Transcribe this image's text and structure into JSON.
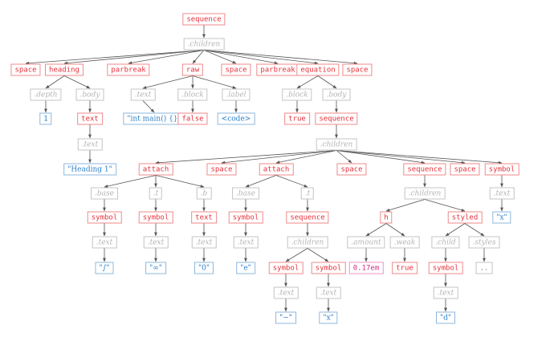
{
  "tree": {
    "nodes": [
      {
        "id": "n1",
        "label": "sequence",
        "kind": "kind",
        "parent": null
      },
      {
        "id": "n2",
        "label": ".children",
        "kind": "field",
        "parent": "n1"
      },
      {
        "id": "n3",
        "label": "space",
        "kind": "kind",
        "parent": "n2"
      },
      {
        "id": "n4",
        "label": "heading",
        "kind": "kind",
        "parent": "n2"
      },
      {
        "id": "n5",
        "label": "parbreak",
        "kind": "kind",
        "parent": "n2"
      },
      {
        "id": "n6",
        "label": "raw",
        "kind": "kind",
        "parent": "n2"
      },
      {
        "id": "n7",
        "label": "space",
        "kind": "kind",
        "parent": "n2"
      },
      {
        "id": "n8",
        "label": "parbreak",
        "kind": "kind",
        "parent": "n2"
      },
      {
        "id": "n9",
        "label": "equation",
        "kind": "kind",
        "parent": "n2"
      },
      {
        "id": "n10",
        "label": "space",
        "kind": "kind",
        "parent": "n2"
      },
      {
        "id": "n11",
        "label": ".depth",
        "kind": "field",
        "parent": "n4"
      },
      {
        "id": "n12",
        "label": ".body",
        "kind": "field",
        "parent": "n4"
      },
      {
        "id": "n13",
        "label": ".text",
        "kind": "field",
        "parent": "n6"
      },
      {
        "id": "n14",
        "label": ".block",
        "kind": "field",
        "parent": "n6"
      },
      {
        "id": "n15",
        "label": ".label",
        "kind": "field",
        "parent": "n6"
      },
      {
        "id": "n16",
        "label": ".block",
        "kind": "field",
        "parent": "n9"
      },
      {
        "id": "n17",
        "label": ".body",
        "kind": "field",
        "parent": "n9"
      },
      {
        "id": "n18",
        "label": "1",
        "kind": "num",
        "parent": "n11"
      },
      {
        "id": "n19",
        "label": "text",
        "kind": "kind",
        "parent": "n12"
      },
      {
        "id": "n20",
        "label": "\"int main() {}\"",
        "kind": "str",
        "parent": "n13"
      },
      {
        "id": "n21",
        "label": "false",
        "kind": "bool",
        "parent": "n14"
      },
      {
        "id": "n22",
        "label": "<code>",
        "kind": "str",
        "parent": "n15"
      },
      {
        "id": "n23",
        "label": "true",
        "kind": "bool",
        "parent": "n16"
      },
      {
        "id": "n24",
        "label": "sequence",
        "kind": "kind",
        "parent": "n17"
      },
      {
        "id": "n25",
        "label": ".text",
        "kind": "field",
        "parent": "n19"
      },
      {
        "id": "n26",
        "label": ".children",
        "kind": "field",
        "parent": "n24"
      },
      {
        "id": "n27",
        "label": "\"Heading 1\"",
        "kind": "str",
        "parent": "n25"
      },
      {
        "id": "n28",
        "label": "attach",
        "kind": "kind",
        "parent": "n26"
      },
      {
        "id": "n29",
        "label": "space",
        "kind": "kind",
        "parent": "n26"
      },
      {
        "id": "n30",
        "label": "attach",
        "kind": "kind",
        "parent": "n26"
      },
      {
        "id": "n31",
        "label": "space",
        "kind": "kind",
        "parent": "n26"
      },
      {
        "id": "n32",
        "label": "sequence",
        "kind": "kind",
        "parent": "n26"
      },
      {
        "id": "n33",
        "label": "space",
        "kind": "kind",
        "parent": "n26"
      },
      {
        "id": "n34",
        "label": "symbol",
        "kind": "kind",
        "parent": "n26"
      },
      {
        "id": "n35",
        "label": ".base",
        "kind": "field",
        "parent": "n28"
      },
      {
        "id": "n36",
        "label": ".t",
        "kind": "field",
        "parent": "n28"
      },
      {
        "id": "n37",
        "label": ".b",
        "kind": "field",
        "parent": "n28"
      },
      {
        "id": "n38",
        "label": ".base",
        "kind": "field",
        "parent": "n30"
      },
      {
        "id": "n39",
        "label": ".t",
        "kind": "field",
        "parent": "n30"
      },
      {
        "id": "n40",
        "label": ".children",
        "kind": "field",
        "parent": "n32"
      },
      {
        "id": "n41",
        "label": ".text",
        "kind": "field",
        "parent": "n34"
      },
      {
        "id": "n42",
        "label": "symbol",
        "kind": "kind",
        "parent": "n35"
      },
      {
        "id": "n43",
        "label": "symbol",
        "kind": "kind",
        "parent": "n36"
      },
      {
        "id": "n44",
        "label": "text",
        "kind": "kind",
        "parent": "n37"
      },
      {
        "id": "n45",
        "label": "symbol",
        "kind": "kind",
        "parent": "n38"
      },
      {
        "id": "n46",
        "label": "sequence",
        "kind": "kind",
        "parent": "n39"
      },
      {
        "id": "n47",
        "label": "h",
        "kind": "kind",
        "parent": "n40"
      },
      {
        "id": "n48",
        "label": "styled",
        "kind": "kind",
        "parent": "n40"
      },
      {
        "id": "n49",
        "label": "\"x\"",
        "kind": "str",
        "parent": "n41"
      },
      {
        "id": "n50",
        "label": ".text",
        "kind": "field",
        "parent": "n42"
      },
      {
        "id": "n51",
        "label": ".text",
        "kind": "field",
        "parent": "n43"
      },
      {
        "id": "n52",
        "label": ".text",
        "kind": "field",
        "parent": "n44"
      },
      {
        "id": "n53",
        "label": ".text",
        "kind": "field",
        "parent": "n45"
      },
      {
        "id": "n54",
        "label": ".children",
        "kind": "field",
        "parent": "n46"
      },
      {
        "id": "n55",
        "label": ".amount",
        "kind": "field",
        "parent": "n47"
      },
      {
        "id": "n56",
        "label": ".weak",
        "kind": "field",
        "parent": "n47"
      },
      {
        "id": "n57",
        "label": ".child",
        "kind": "field",
        "parent": "n48"
      },
      {
        "id": "n58",
        "label": ".styles",
        "kind": "field",
        "parent": "n48"
      },
      {
        "id": "n59",
        "label": "\"∫\"",
        "kind": "str",
        "parent": "n50"
      },
      {
        "id": "n60",
        "label": "\"∞\"",
        "kind": "str",
        "parent": "n51"
      },
      {
        "id": "n61",
        "label": "\"0\"",
        "kind": "str",
        "parent": "n52"
      },
      {
        "id": "n62",
        "label": "\"e\"",
        "kind": "str",
        "parent": "n53"
      },
      {
        "id": "n63",
        "label": "symbol",
        "kind": "kind",
        "parent": "n54"
      },
      {
        "id": "n64",
        "label": "symbol",
        "kind": "kind",
        "parent": "n54"
      },
      {
        "id": "n65",
        "label": "0.17em",
        "kind": "len",
        "parent": "n55"
      },
      {
        "id": "n66",
        "label": "true",
        "kind": "bool",
        "parent": "n56"
      },
      {
        "id": "n67",
        "label": "symbol",
        "kind": "kind",
        "parent": "n57"
      },
      {
        "id": "n68",
        "label": "..",
        "kind": "other",
        "parent": "n58"
      },
      {
        "id": "n69",
        "label": ".text",
        "kind": "field",
        "parent": "n63"
      },
      {
        "id": "n70",
        "label": ".text",
        "kind": "field",
        "parent": "n64"
      },
      {
        "id": "n71",
        "label": ".text",
        "kind": "field",
        "parent": "n67"
      },
      {
        "id": "n72",
        "label": "\"−\"",
        "kind": "str",
        "parent": "n69"
      },
      {
        "id": "n73",
        "label": "\"x\"",
        "kind": "str",
        "parent": "n70"
      },
      {
        "id": "n74",
        "label": "\"d\"",
        "kind": "str",
        "parent": "n71"
      }
    ]
  },
  "colors": {
    "element": "#e8303a",
    "field": "#b4b4b4",
    "string": "#2a7fc8",
    "length": "#d12a8a",
    "edge": "#555555"
  }
}
